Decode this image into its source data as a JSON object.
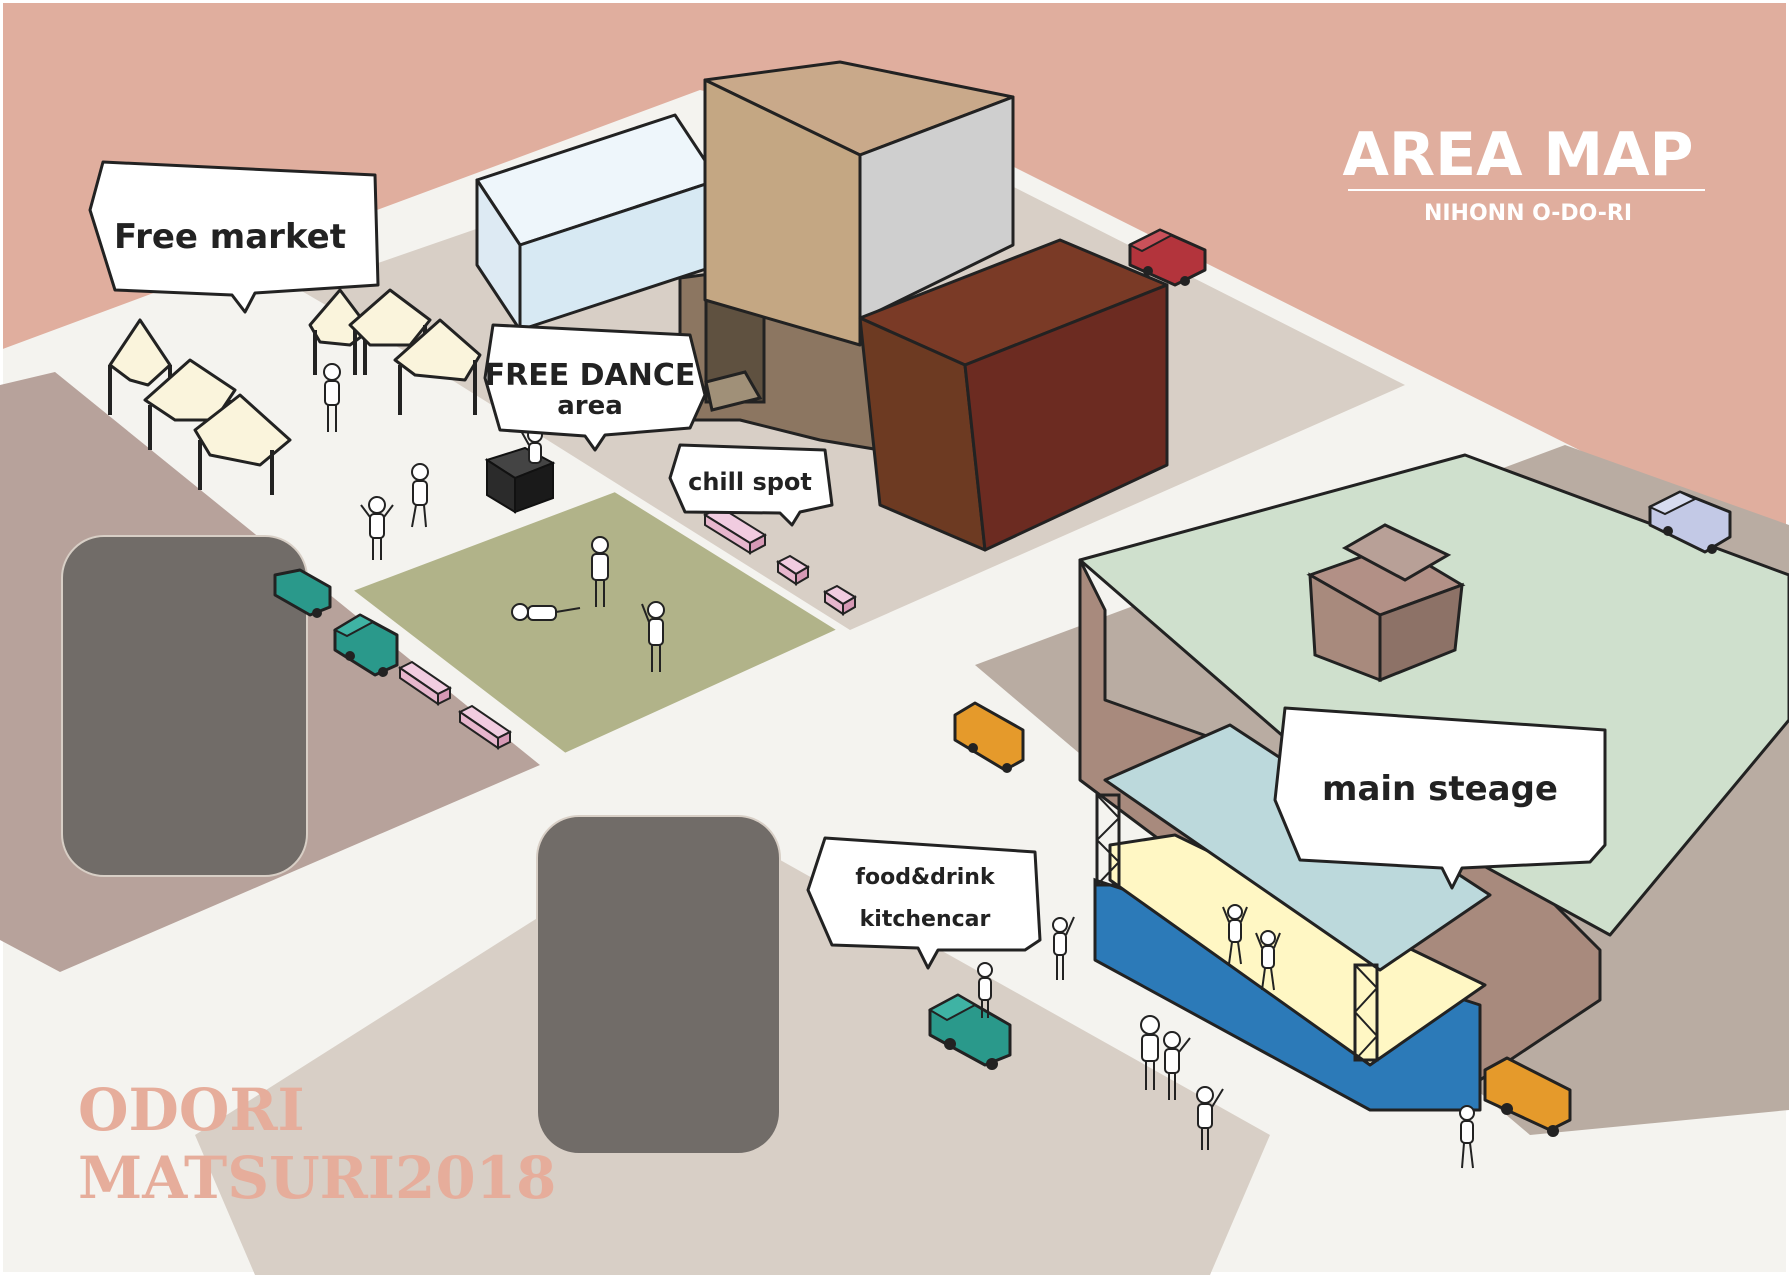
{
  "header": {
    "title": "AREA MAP",
    "subtitle": "NIHONN O-DO-RI"
  },
  "event": {
    "line1": "ODORI",
    "line2": "MATSURI2018"
  },
  "labels": {
    "free_market": "Free market",
    "free_dance_1": "FREE DANCE",
    "free_dance_2": "area",
    "chill_spot": "chill spot",
    "food_1": "food&drink",
    "food_2": "kitchencar",
    "main_stage": "main steage"
  },
  "colors": {
    "sky": "#e0ae9e",
    "road": "#f4f3ef",
    "plaza": "#d8cfc6",
    "lot": "#b9aca2",
    "lawn": "#b1b389",
    "parking": "#716c68",
    "stage_floor": "#fff7c4",
    "stage_base": "#2c7ab8",
    "stage_roof": "#bcd9dc",
    "hall_roof": "#cfe0cd",
    "hall_wall": "#a88a7d",
    "accent_text": "#e6ad9b",
    "car_red": "#b3343c",
    "car_teal": "#2a998b",
    "car_orange": "#e59a2b",
    "car_lilac": "#c3c9e6",
    "bench_pink": "#e7b6cd"
  },
  "icons": [
    "market-tent-icon",
    "car-icon",
    "bench-icon",
    "person-icon",
    "building-icon",
    "stage-icon",
    "speech-bubble-icon"
  ]
}
